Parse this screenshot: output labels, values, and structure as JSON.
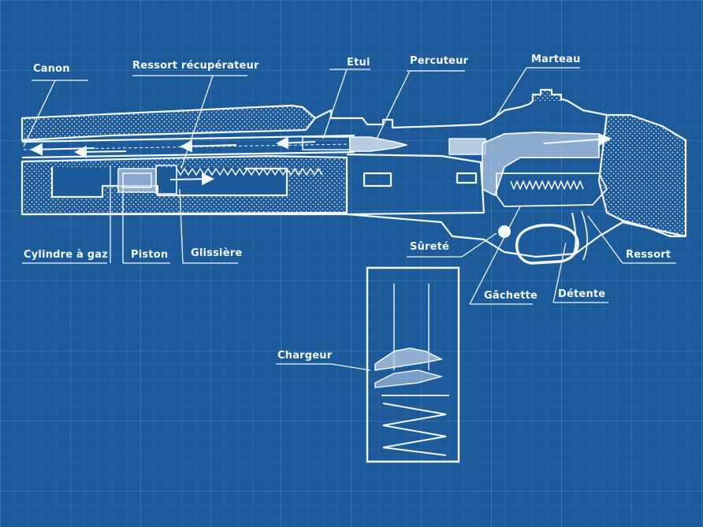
{
  "labels": {
    "canon": "Canon",
    "ressort_recuperateur": "Ressort récupérateur",
    "etui": "Etui",
    "percuteur": "Percuteur",
    "marteau": "Marteau",
    "cylindre_a_gaz": "Cylindre à gaz",
    "piston": "Piston",
    "glissiere": "Glissière",
    "surete": "Sûreté",
    "ressort": "Ressort",
    "gachette": "Gâchette",
    "detente": "Détente",
    "chargeur": "Chargeur"
  },
  "colors": {
    "background": "#1c5a9a",
    "grid": "#3f7bb7",
    "line": "#f4f8ff"
  }
}
